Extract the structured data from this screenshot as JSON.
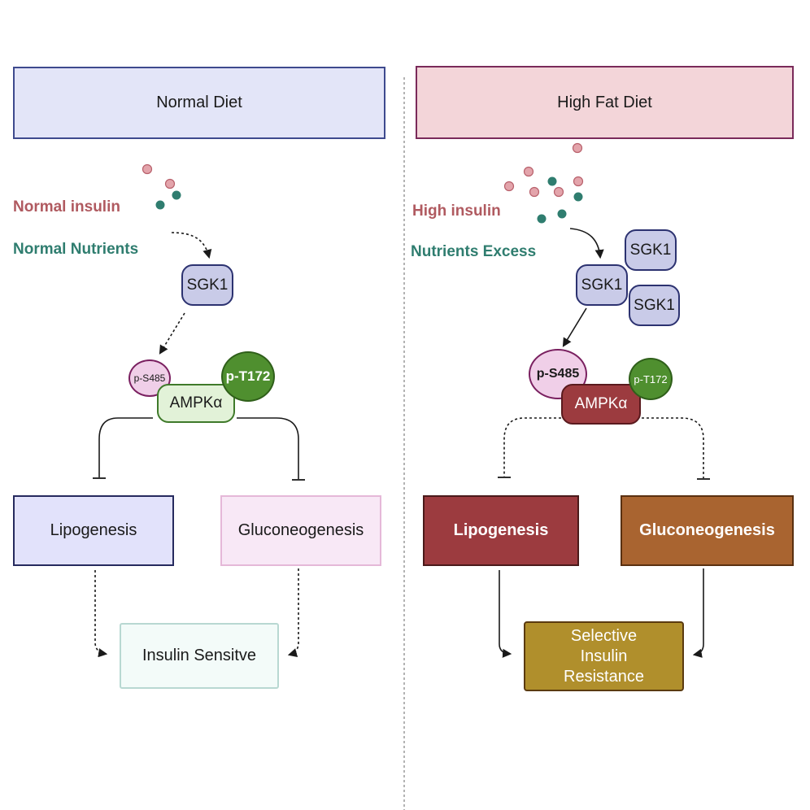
{
  "colors": {
    "insulin_dot": "#e3a4ab",
    "insulin_dot_stroke": "#b8606b",
    "nutrient_dot": "#2f7d6f",
    "normal_header_bg": "#e3e5f8",
    "hfd_header_bg": "#f3d5d9",
    "sgk1_bg": "#c9cbe8",
    "ampk_normal_bg": "#e2f2d8",
    "ampk_hfd_bg": "#9c3b3f",
    "pt172": "#4f8f2f",
    "ps485": "#f0cfe8",
    "lipo_normal": "#e2e2fb",
    "gluco_normal": "#f8e8f6",
    "insulin_sensitive": "#f3fbf9",
    "lipo_hfd": "#9c3b3f",
    "gluco_hfd": "#a96430",
    "resistance": "#b08f2c"
  },
  "normal": {
    "header": "Normal Diet",
    "insulin_label": "Normal insulin",
    "nutrients_label": "Normal Nutrients",
    "sgk1": "SGK1",
    "ps485": "p-S485",
    "pt172": "p-T172",
    "ampk": "AMPKα",
    "lipogenesis": "Lipogenesis",
    "gluconeogenesis": "Gluconeogenesis",
    "outcome": "Insulin Sensitve"
  },
  "hfd": {
    "header": "High Fat Diet",
    "insulin_label": "High insulin",
    "nutrients_label": "Nutrients Excess",
    "sgk1": [
      "SGK1",
      "SGK1",
      "SGK1"
    ],
    "ps485": "p-S485",
    "pt172": "p-T172",
    "ampk": "AMPKα",
    "lipogenesis": "Lipogenesis",
    "gluconeogenesis": "Gluconeogenesis",
    "outcome_lines": [
      "Selective",
      "Insulin",
      "Resistance"
    ]
  }
}
